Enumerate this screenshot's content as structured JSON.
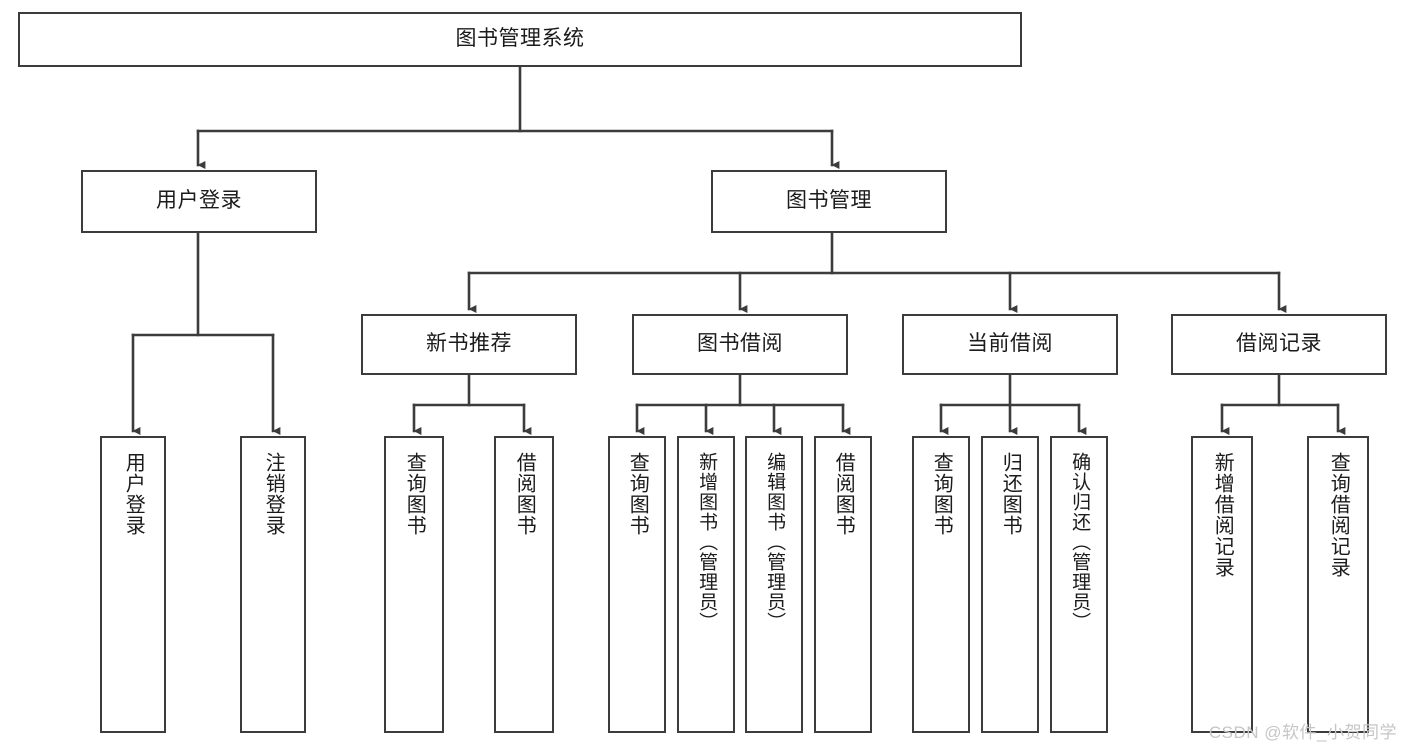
{
  "diagram": {
    "type": "tree",
    "title": "图书管理系统",
    "orientation": "top-down",
    "watermark": "CSDN @软件_小贺同学",
    "colors": {
      "background": "#ffffff",
      "node_border": "#3c3c3c",
      "node_fill": "#ffffff",
      "text": "#1b1b1b",
      "connector": "#3c3c3c",
      "watermark": "#c6c6c6"
    },
    "root": {
      "label": "图书管理系统",
      "level": 0
    },
    "level1": [
      {
        "label": "用户登录"
      },
      {
        "label": "图书管理"
      }
    ],
    "level2": [
      {
        "label": "新书推荐",
        "parent": "图书管理"
      },
      {
        "label": "图书借阅",
        "parent": "图书管理"
      },
      {
        "label": "当前借阅",
        "parent": "图书管理"
      },
      {
        "label": "借阅记录",
        "parent": "图书管理"
      }
    ],
    "leaves": {
      "用户登录": [
        {
          "label": "用户登录"
        },
        {
          "label": "注销登录"
        }
      ],
      "新书推荐": [
        {
          "label": "查询图书"
        },
        {
          "label": "借阅图书"
        }
      ],
      "图书借阅": [
        {
          "label": "查询图书"
        },
        {
          "label": "新增图书（管理员）"
        },
        {
          "label": "编辑图书（管理员）"
        },
        {
          "label": "借阅图书"
        }
      ],
      "当前借阅": [
        {
          "label": "查询图书"
        },
        {
          "label": "归还图书"
        },
        {
          "label": "确认归还（管理员）"
        }
      ],
      "借阅记录": [
        {
          "label": "新增借阅记录"
        },
        {
          "label": "查询借阅记录"
        }
      ]
    }
  }
}
